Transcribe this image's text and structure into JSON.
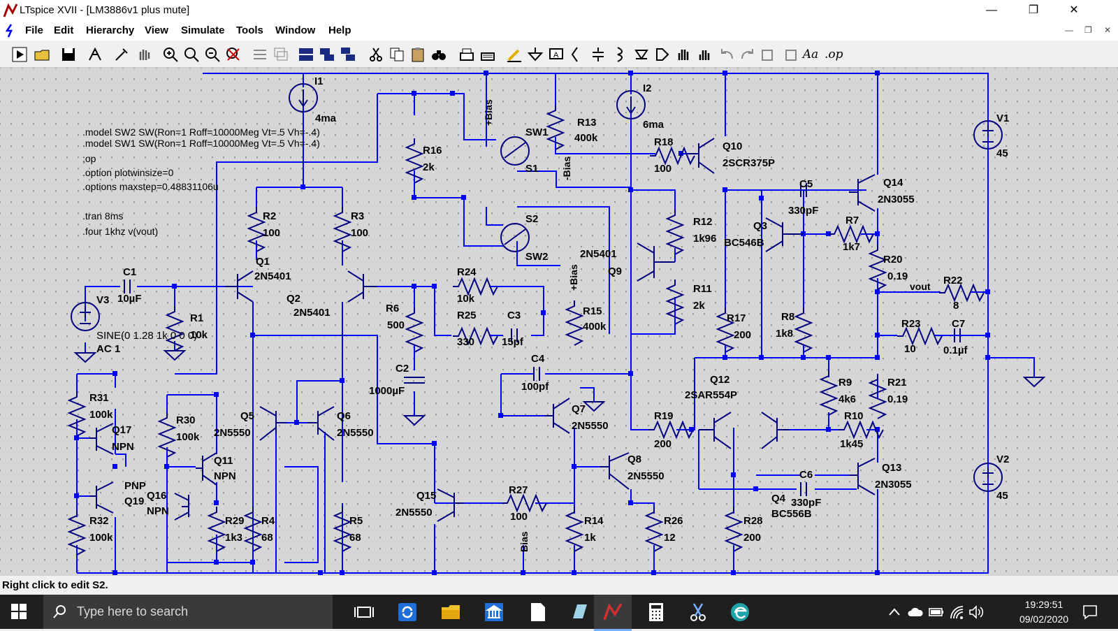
{
  "window": {
    "title": "LTspice XVII - [LM3886v1 plus mute]"
  },
  "menu": [
    "File",
    "Edit",
    "Hierarchy",
    "View",
    "Simulate",
    "Tools",
    "Window",
    "Help"
  ],
  "toolbar_text": {
    "font": "Aa",
    "op": ".op"
  },
  "directives": [
    ".model SW2 SW(Ron=1 Roff=10000Meg Vt=.5 Vh=-.4)",
    ".model SW1 SW(Ron=1 Roff=10000Meg Vt=.5 Vh=-.4)",
    ";op",
    ".option plotwinsize=0",
    ".options maxstep=0.48831106u",
    ".tran 8ms",
    ".four 1khz v(vout)"
  ],
  "components": {
    "I1": {
      "name": "I1",
      "value": "4ma"
    },
    "I2": {
      "name": "I2",
      "value": "6ma"
    },
    "V1": {
      "name": "V1",
      "value": "45"
    },
    "V2": {
      "name": "V2",
      "value": "45"
    },
    "V3": {
      "name": "V3",
      "value": "SINE(0 1.28 1k 0 0 0)",
      "ac": "AC 1"
    },
    "SW1": {
      "name": "SW1",
      "value": "S1"
    },
    "SW2": {
      "name": "S2",
      "value": "SW2"
    },
    "R1": {
      "name": "R1",
      "value": "10k"
    },
    "R2": {
      "name": "R2",
      "value": "100"
    },
    "R3": {
      "name": "R3",
      "value": "100"
    },
    "R4": {
      "name": "R4",
      "value": "68"
    },
    "R5": {
      "name": "R5",
      "value": "68"
    },
    "R6": {
      "name": "R6",
      "value": "500"
    },
    "R7": {
      "name": "R7",
      "value": "1k7"
    },
    "R8": {
      "name": "R8",
      "value": "1k8"
    },
    "R9": {
      "name": "R9",
      "value": "4k6"
    },
    "R10": {
      "name": "R10",
      "value": "1k45"
    },
    "R11": {
      "name": "R11",
      "value": "2k"
    },
    "R12": {
      "name": "R12",
      "value": "1k96"
    },
    "R13": {
      "name": "R13",
      "value": "400k"
    },
    "R14": {
      "name": "R14",
      "value": "1k"
    },
    "R15": {
      "name": "R15",
      "value": "400k"
    },
    "R16": {
      "name": "R16",
      "value": "2k"
    },
    "R17": {
      "name": "R17",
      "value": "200"
    },
    "R18": {
      "name": "R18",
      "value": "100"
    },
    "R19": {
      "name": "R19",
      "value": "200"
    },
    "R20": {
      "name": "R20",
      "value": "0.19"
    },
    "R21": {
      "name": "R21",
      "value": "0.19"
    },
    "R22": {
      "name": "R22",
      "value": "8"
    },
    "R23": {
      "name": "R23",
      "value": "10"
    },
    "R24": {
      "name": "R24",
      "value": "10k"
    },
    "R25": {
      "name": "R25",
      "value": "330"
    },
    "R26": {
      "name": "R26",
      "value": "12"
    },
    "R27": {
      "name": "R27",
      "value": "100"
    },
    "R28": {
      "name": "R28",
      "value": "200"
    },
    "R29": {
      "name": "R29",
      "value": "1k3"
    },
    "R30": {
      "name": "R30",
      "value": "100k"
    },
    "R31": {
      "name": "R31",
      "value": "100k"
    },
    "R32": {
      "name": "R32",
      "value": "100k"
    },
    "C1": {
      "name": "C1",
      "value": "10µF"
    },
    "C2": {
      "name": "C2",
      "value": "1000µF"
    },
    "C3": {
      "name": "C3",
      "value": "15pf"
    },
    "C4": {
      "name": "C4",
      "value": "100pf"
    },
    "C5": {
      "name": "C5",
      "value": "330pF"
    },
    "C6": {
      "name": "C6",
      "value": "330pF"
    },
    "C7": {
      "name": "C7",
      "value": "0.1µf"
    },
    "Q1": {
      "name": "Q1",
      "value": "2N5401"
    },
    "Q2": {
      "name": "Q2",
      "value": "2N5401"
    },
    "Q3": {
      "name": "Q3",
      "value": "BC546B"
    },
    "Q4": {
      "name": "Q4",
      "value": "BC556B"
    },
    "Q5": {
      "name": "Q5",
      "value": "2N5550"
    },
    "Q6": {
      "name": "Q6",
      "value": "2N5550"
    },
    "Q7": {
      "name": "Q7",
      "value": "2N5550"
    },
    "Q8": {
      "name": "Q8",
      "value": "2N5550"
    },
    "Q9": {
      "name": "Q9",
      "value": "2N5401"
    },
    "Q10": {
      "name": "Q10",
      "value": "2SCR375P"
    },
    "Q11": {
      "name": "Q11",
      "value": "NPN"
    },
    "Q12": {
      "name": "Q12",
      "value": "2SAR554P"
    },
    "Q13": {
      "name": "Q13",
      "value": "2N3055"
    },
    "Q14": {
      "name": "Q14",
      "value": "2N3055"
    },
    "Q15": {
      "name": "Q15",
      "value": "2N5550"
    },
    "Q16": {
      "name": "Q16",
      "value": "NPN"
    },
    "Q17": {
      "name": "Q17",
      "value": "NPN"
    },
    "Q19": {
      "name": "Q19",
      "value": "PNP"
    }
  },
  "net_labels": {
    "bias_pos": "+Bias",
    "bias_neg": "-Bias",
    "bias": "Bias",
    "vout": "vout"
  },
  "status": "Right click to edit S2.",
  "taskbar": {
    "search_placeholder": "Type here to search",
    "time": "19:29:51",
    "date": "09/02/2020"
  },
  "colors": {
    "wire": "#0000ff",
    "component": "#000080",
    "ground": "#0000ff",
    "canvas": "#d6d6d6"
  }
}
